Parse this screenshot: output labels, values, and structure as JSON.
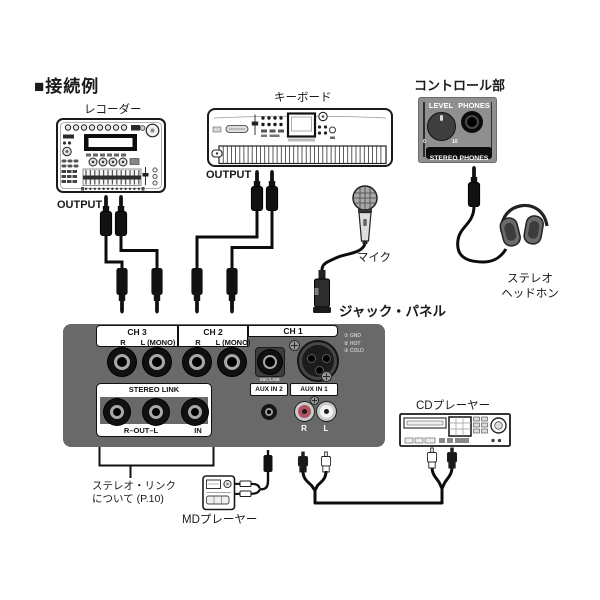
{
  "header": {
    "title": "■接続例"
  },
  "devices": {
    "recorder": {
      "label": "レコーダー",
      "output": "OUTPUT"
    },
    "keyboard": {
      "label": "キーボード",
      "output": "OUTPUT"
    },
    "mic": {
      "label": "マイク"
    },
    "headphones": {
      "label_line1": "ステレオ",
      "label_line2": "ヘッドホン"
    },
    "cd_player": {
      "label": "CDプレーヤー"
    },
    "md_player": {
      "label": "MDプレーヤー"
    }
  },
  "control_section": {
    "title": "コントロール部",
    "level_label": "LEVEL",
    "phones_label": "PHONES",
    "stereo_phones_label": "STEREO PHONES",
    "knob_min": "0",
    "knob_max": "10"
  },
  "jack_panel": {
    "title": "ジャック・パネル",
    "ch3": {
      "title": "CH 3",
      "r_label": "R",
      "l_label": "L (MONO)"
    },
    "ch2": {
      "title": "CH 2",
      "r_label": "R",
      "l_label": "L (MONO)"
    },
    "ch1": {
      "title": "CH 1",
      "jack_label": "MIC/LINE",
      "pin1": "① GND",
      "pin2": "② HOT",
      "pin3": "③ COLD"
    },
    "stereo_link": {
      "title": "STEREO LINK",
      "out_label": "R–OUT–L",
      "in_label": "IN"
    },
    "aux_in_2": {
      "title": "AUX IN 2"
    },
    "aux_in_1": {
      "title": "AUX IN 1",
      "r_label": "R",
      "l_label": "L"
    }
  },
  "notes": {
    "stereo_link_line1": "ステレオ・リンク",
    "stereo_link_line2": "について (P.10)"
  },
  "colors": {
    "panel_gray": "#696969",
    "control_gray": "#8f8f8f",
    "rca_red": "#b3525f"
  }
}
